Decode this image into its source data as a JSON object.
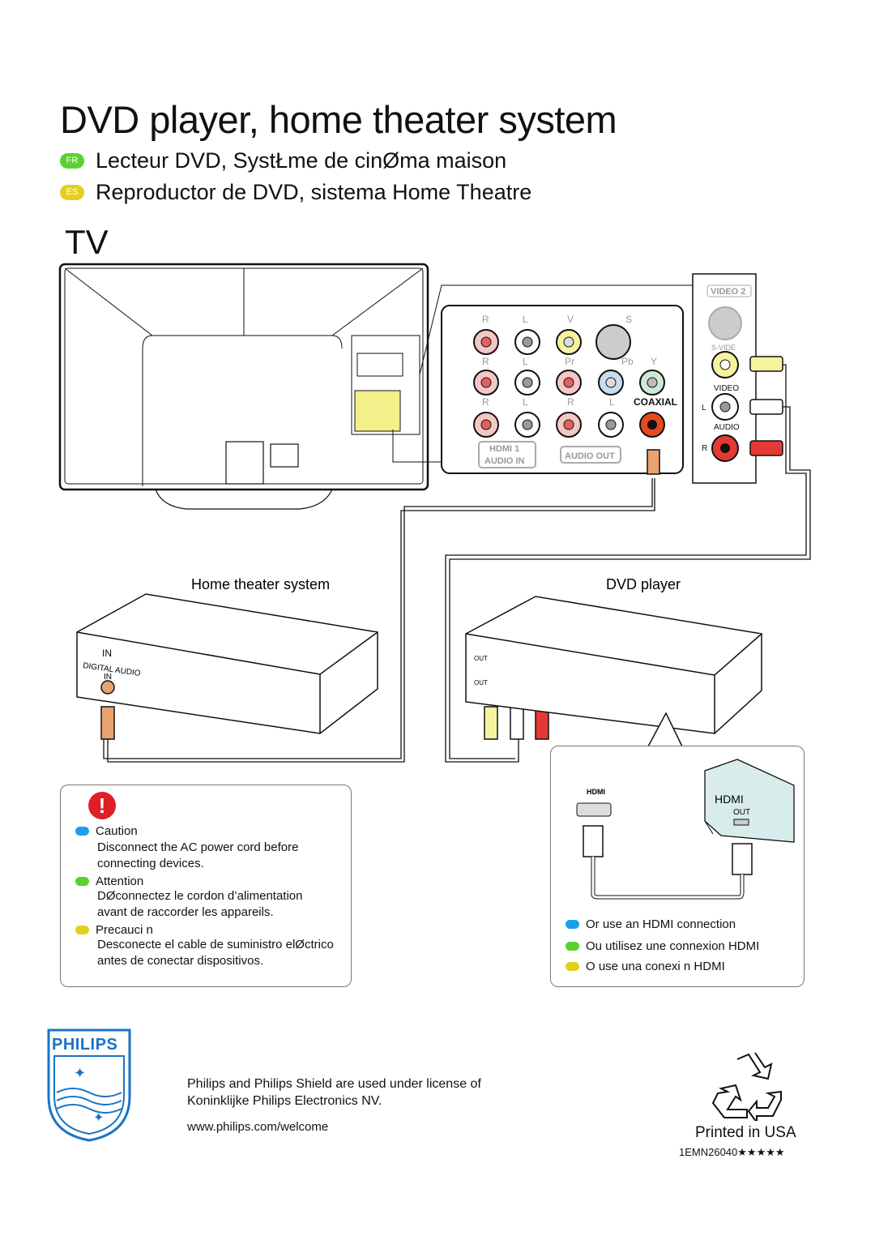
{
  "title": "DVD player, home theater system",
  "subtitles": [
    {
      "code": "FR",
      "text": "Lecteur DVD, SystŁme de cinØma maison",
      "color": "#5bd12f"
    },
    {
      "code": "ES",
      "text": "Reproductor de DVD, sistema Home Theatre",
      "color": "#e3cf1d"
    }
  ],
  "tv_heading": "TV",
  "diagram": {
    "home_theater_label": "Home theater system",
    "dvd_label": "DVD player",
    "tv_panel": {
      "row1": [
        "R",
        "L",
        "V",
        "S"
      ],
      "row2": [
        "R",
        "L",
        "Pr",
        "Pb",
        "Y"
      ],
      "row3": [
        "R",
        "L",
        "R",
        "L",
        "COAXIAL"
      ],
      "hdmi1_audio_in": [
        "HDMI 1",
        "AUDIO IN"
      ],
      "audio_out": "AUDIO OUT"
    },
    "side_panel": {
      "video2": "VIDEO 2",
      "svideo": "S-VIDE",
      "video": "VIDEO",
      "l": "L",
      "audio": "AUDIO",
      "r": "R"
    },
    "home_theater_panel": {
      "in": "IN",
      "digital_audio": "DIGITAL AUDIO",
      "in2": "IN"
    },
    "dvd_panel": {
      "out1": "OUT",
      "out2": "OUT"
    },
    "hdmi_box": {
      "hdmi_small": "HDMI",
      "hdmi_big": "HDMI",
      "out": "OUT"
    }
  },
  "caution": {
    "items": [
      {
        "color": "#1aa0e8",
        "heading": "Caution",
        "body": [
          "Disconnect the AC power cord before",
          "connecting devices."
        ]
      },
      {
        "color": "#5bd12f",
        "heading": "Attention",
        "body": [
          "DØconnectez le cordon d’alimentation",
          "avant de raccorder les appareils."
        ]
      },
      {
        "color": "#e3cf1d",
        "heading": "Precauci n",
        "body": [
          "Desconecte el cable de suministro elØctrico",
          "antes de conectar dispositivos."
        ]
      }
    ]
  },
  "hdmi_options": [
    {
      "color": "#1aa0e8",
      "text": "Or use an HDMI connection"
    },
    {
      "color": "#5bd12f",
      "text": "Ou utilisez une connexion HDMI"
    },
    {
      "color": "#e3cf1d",
      "text": "O use una conexi n HDMI"
    }
  ],
  "footer": {
    "brand": "PHILIPS",
    "license_line1": "Philips and Philips Shield are used under license of",
    "license_line2": "Koninklijke Philips Electronics NV.",
    "url": "www.philips.com/welcome",
    "printed": "Printed in USA",
    "code": "1EMN26040★★★★★",
    "brand_color": "#1a73c7"
  }
}
